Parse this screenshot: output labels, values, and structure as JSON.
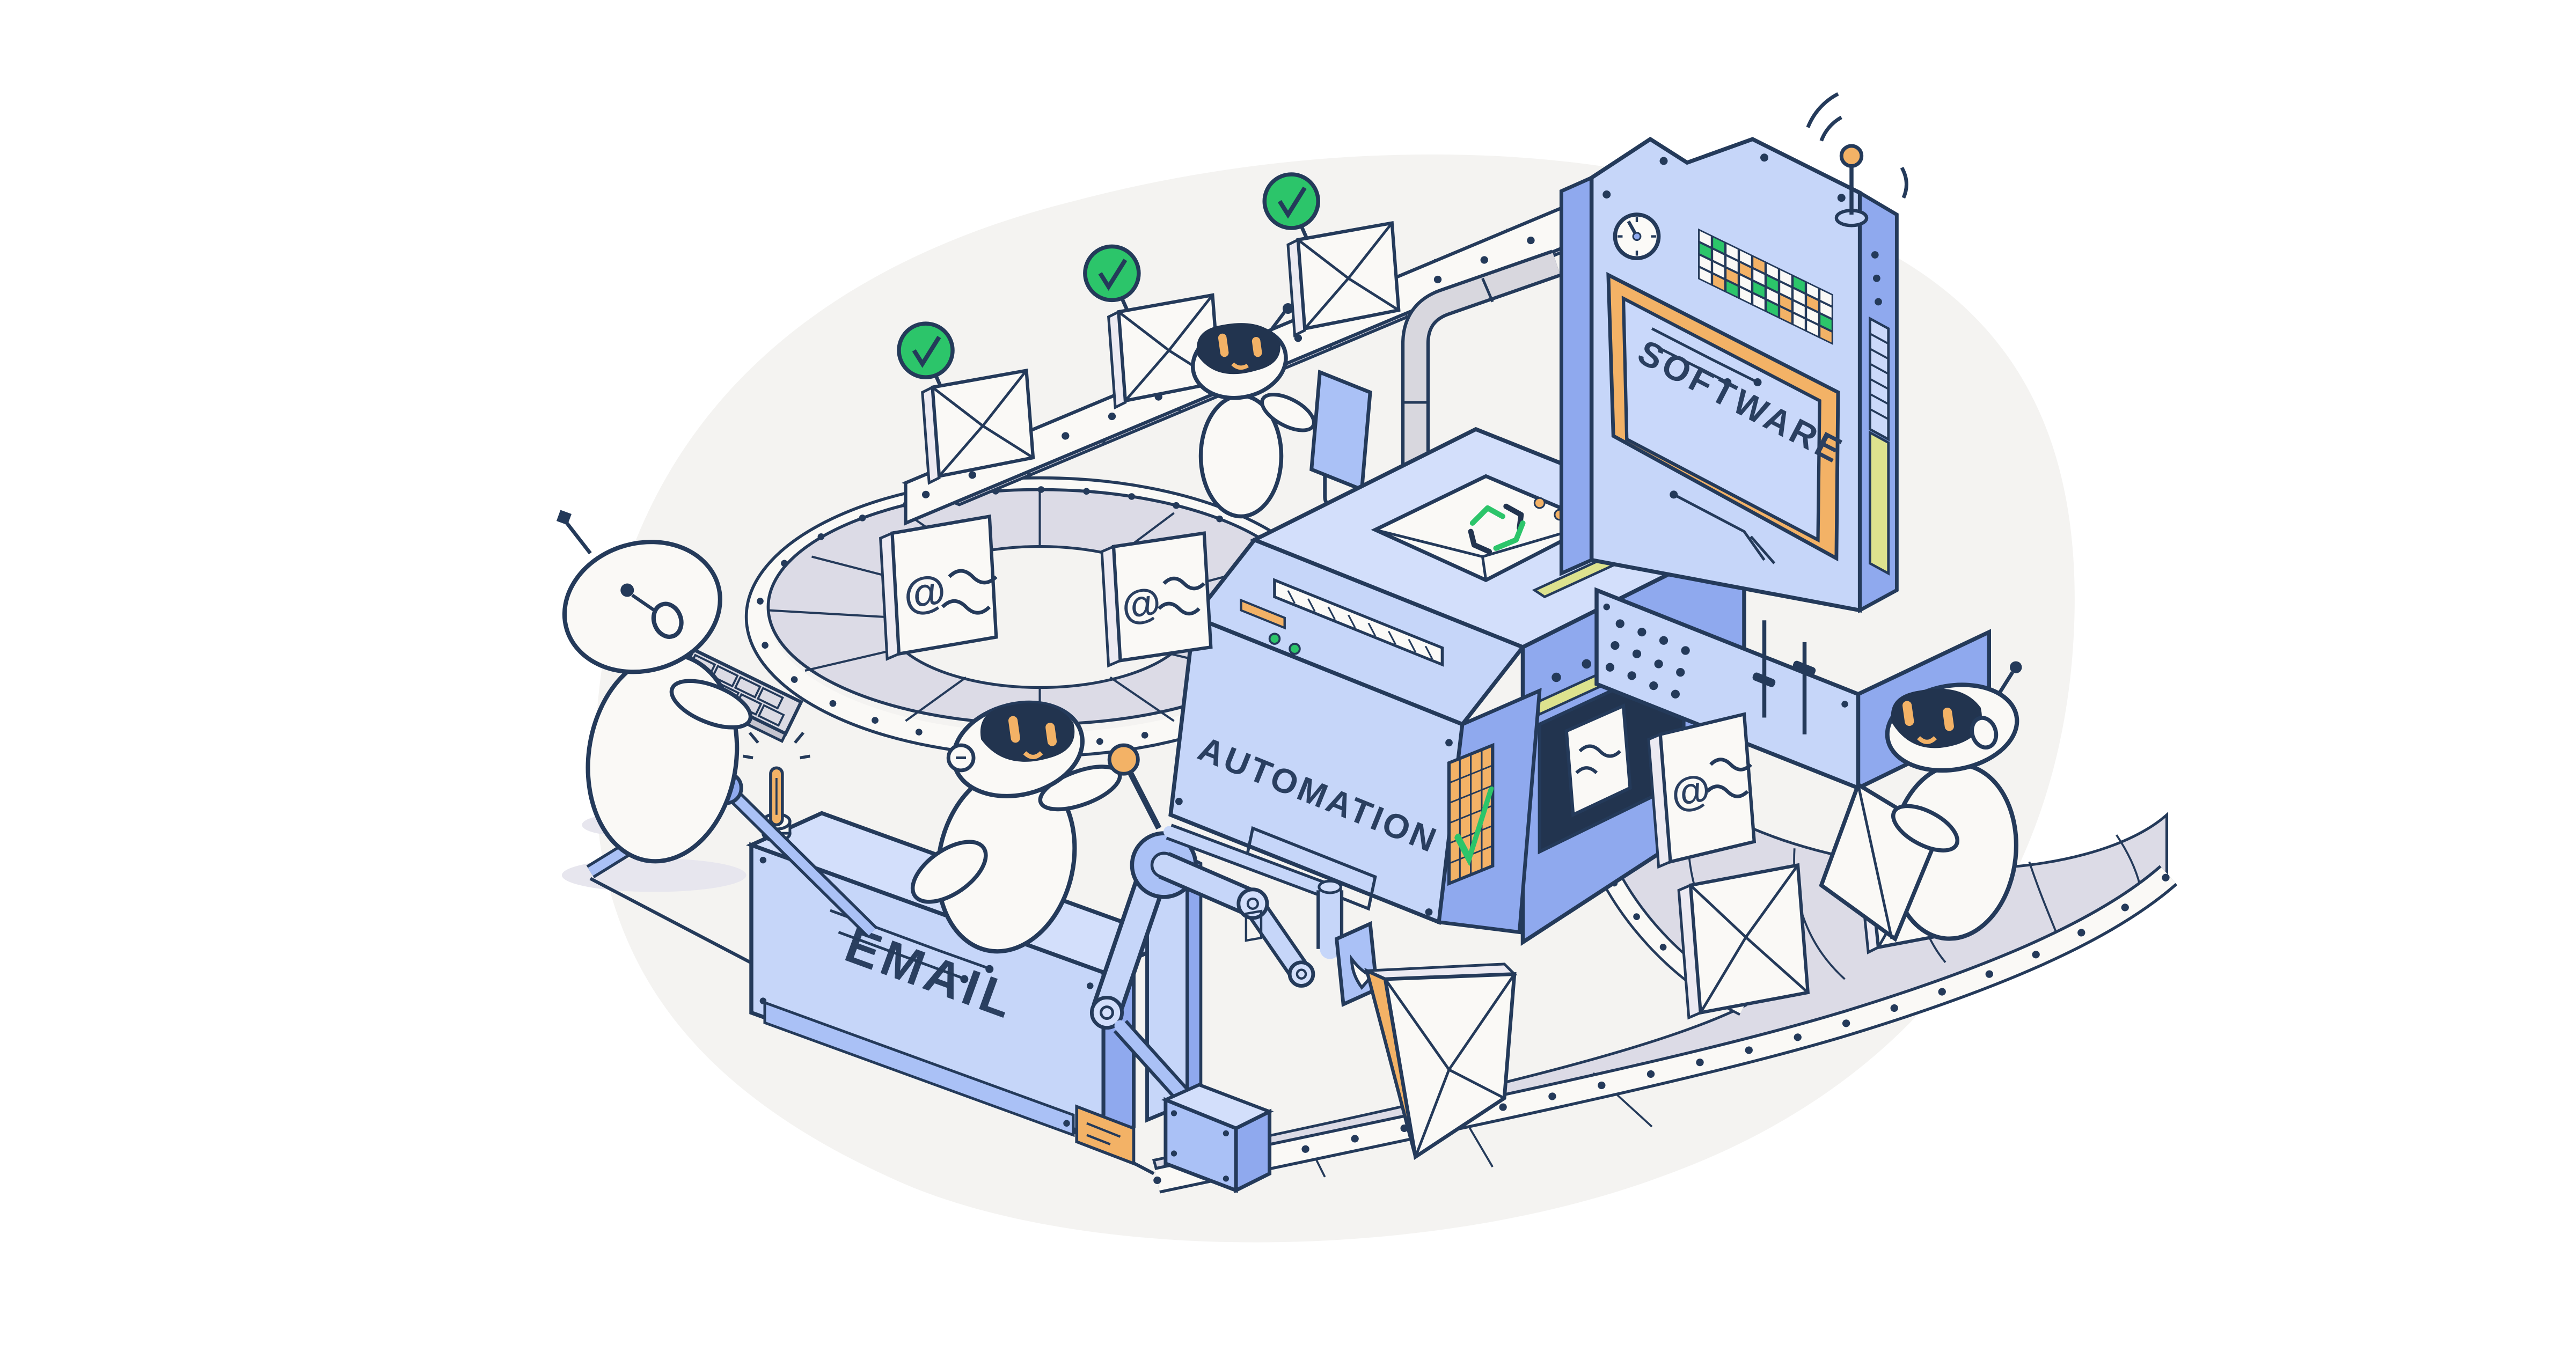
{
  "illustration": {
    "theme": "email-automation-factory",
    "background_color": "#ffffff",
    "blob_color": "#f4f3f1",
    "outline_color": "#243a5a"
  },
  "palette": {
    "light_blue": "#c6d6f9",
    "lighter_blue": "#d3dffb",
    "medium_blue": "#8fa9ee",
    "accent_blue": "#aac1f6",
    "navy": "#243a5a",
    "tunnel_navy": "#22344f",
    "orange": "#f3b266",
    "green": "#2cc56a",
    "yellow_green": "#dde28e",
    "belt_grey": "#dcdbe6",
    "cream": "#faf9f6",
    "shadow_grey": "#e7e6ee"
  },
  "labels": {
    "software": "SOFTWARE",
    "automation": "AUTOMATION",
    "email": "EMAIL",
    "at_symbol": "@"
  },
  "tower": {
    "name": "software-tower",
    "led_rows": [
      "wgwwowwgww",
      "gwwowgwwow",
      "wwowgwowwg",
      "wogwwgowwo"
    ],
    "led_color_map": {
      "w": "#faf9f6",
      "g": "#2cc56a",
      "o": "#f3b266"
    },
    "has_clock_gauge": true,
    "has_antenna": true,
    "slider_count": 2
  },
  "machine": {
    "name": "automation-machine",
    "logo_colors": [
      "#2cc56a",
      "#243a5a"
    ],
    "has_tunnel": true,
    "keypad_cells": 9,
    "check_panel": {
      "color": "#f3b266",
      "check_color": "#2cc56a"
    }
  },
  "email_station": {
    "name": "email-outbox-box",
    "has_signal_lever": true
  },
  "conveyors": {
    "outgoing_checked_envelopes": 3,
    "at_envelopes": 3,
    "plain_envelopes": 3,
    "held_envelope_flap_color": "#f3b266"
  },
  "robots": [
    {
      "name": "typist-robot",
      "activity": "typing-on-keyboard"
    },
    {
      "name": "inspector-robot",
      "activity": "holding-blue-panel"
    },
    {
      "name": "operator-robot",
      "activity": "pulling-lever"
    },
    {
      "name": "reader-robot",
      "activity": "reading-sheet"
    }
  ]
}
